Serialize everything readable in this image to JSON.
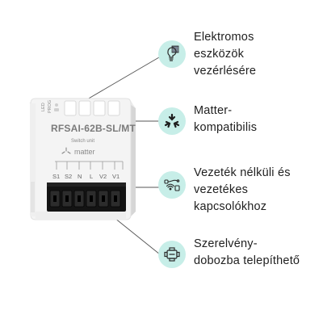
{
  "device": {
    "model": "RFSAI-62B-SL/MT",
    "subtitle": "Switch unit",
    "brand": "matter",
    "indicators": [
      "LED",
      "PROG"
    ],
    "terminals": [
      "S1",
      "S2",
      "N",
      "L",
      "V2",
      "V1"
    ],
    "colors": {
      "body": "#f4f4f4",
      "shadow": "#dcdcdc",
      "terminal_block": "#121212",
      "text": "#7a7a7a"
    }
  },
  "features": [
    {
      "icon": "lightbulb-shutter-icon",
      "lines": [
        "Elektromos",
        "eszközök",
        "vezérlésére"
      ]
    },
    {
      "icon": "matter-logo-icon",
      "lines": [
        "Matter-",
        "kompatibilis"
      ]
    },
    {
      "icon": "wired-wireless-switch-icon",
      "lines": [
        "Vezeték nélküli és",
        "vezetékes",
        "kapcsolókhoz"
      ]
    },
    {
      "icon": "junction-box-icon",
      "lines": [
        "Szerelvény-",
        "dobozba telepíthető"
      ]
    }
  ],
  "colors": {
    "icon_bg": "#c7eee8",
    "icon_stroke": "#2a2a2a",
    "leader_line": "#555555"
  }
}
